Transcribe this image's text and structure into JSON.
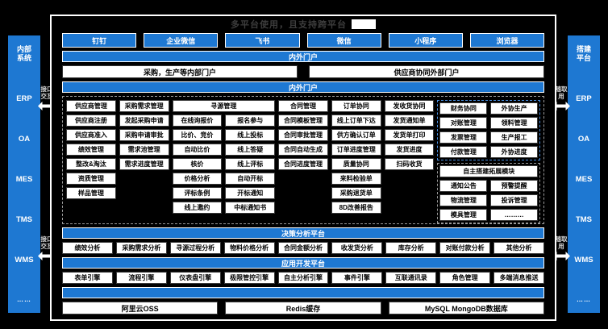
{
  "title": {
    "text": "多平台使用，且支持跨平台"
  },
  "channels": [
    "钉钉",
    "企业微信",
    "飞书",
    "微信",
    "小程序",
    "浏览器"
  ],
  "bars": {
    "portal": "内外门户",
    "section": "内外门户",
    "analysis": "决策分析平台",
    "dev": "应用开发平台"
  },
  "portals": [
    "采购，生产等内部门户",
    "供应商协同外部门户"
  ],
  "modules": {
    "supplier": {
      "header": "供应商管理",
      "items": [
        "供应商注册",
        "供应商准入",
        "绩效管理",
        "整改&淘汰",
        "资质管理",
        "样品管理"
      ]
    },
    "demand": {
      "header": "采购需求管理",
      "items": [
        "发起采购申请",
        "采购申请审批",
        "需求池管理",
        "需求进度管理"
      ]
    },
    "sourcing": {
      "header": "寻源管理",
      "left": [
        "在线询报价",
        "比价、竞价",
        "自动比价",
        "核价",
        "价格分析",
        "评标条例",
        "线上邀约"
      ],
      "right": [
        "报名参与",
        "线上投标",
        "线上答疑",
        "线上评标",
        "自动开标",
        "开标通知",
        "中标通知书"
      ]
    },
    "contract": {
      "header": "合同管理",
      "items": [
        "合同模板管理",
        "合同审批管理",
        "合同自动生成",
        "合同进度管理"
      ]
    },
    "order": {
      "header": "订单协同",
      "items": [
        "线上订单下达",
        "供方确认订单",
        "订单进度管理",
        "质量协同",
        "来料检验单",
        "采购退货单",
        "8D改善报告"
      ]
    },
    "shipping": {
      "header": "发收货协同",
      "items": [
        "发货通知单",
        "发货单打印",
        "发货进度",
        "扫码收货"
      ]
    },
    "finance": {
      "header": "财务协同",
      "items": [
        "对账管理",
        "发票管理",
        "付款管理"
      ]
    },
    "outsourcing": {
      "header": "外协生产",
      "items": [
        "领料管理",
        "生产报工",
        "外协进度"
      ]
    },
    "extension": {
      "header": "自主搭建拓展模块",
      "items": [
        "通知公告",
        "预警提醒",
        "物流管理",
        "投诉管理",
        "模具管理",
        "………"
      ]
    }
  },
  "analysis": {
    "items": [
      "绩效分析",
      "采购需求分析",
      "寻源过程分析",
      "物料价格分析",
      "合同金额分析",
      "收发货分析",
      "库存分析",
      "对账付款分析",
      "其他分析"
    ]
  },
  "dev": {
    "items": [
      "表单引擎",
      "流程引擎",
      "仪表盘引擎",
      "极限管控引擎",
      "自主分析引擎",
      "事件引擎",
      "互联通讯录",
      "角色管理",
      "多端消息推送"
    ]
  },
  "infrastructure": [
    "阿里云OSS",
    "Redis缓存",
    "MySQL MongoDB数据库"
  ],
  "left_panel": {
    "header": "内部系统",
    "items": [
      "ERP",
      "OA",
      "MES",
      "TMS",
      "WMS",
      "……"
    ],
    "connector_label": "接口交互"
  },
  "right_panel": {
    "header": "搭建平台",
    "items": [
      "ERP",
      "OA",
      "MES",
      "TMS",
      "WMS",
      "……"
    ],
    "connector_label": "随取用"
  },
  "colors": {
    "accent": "#1E78D2",
    "extension_dashed": "#4A90E2",
    "background": "#000000",
    "box": "#FFFFFF"
  }
}
